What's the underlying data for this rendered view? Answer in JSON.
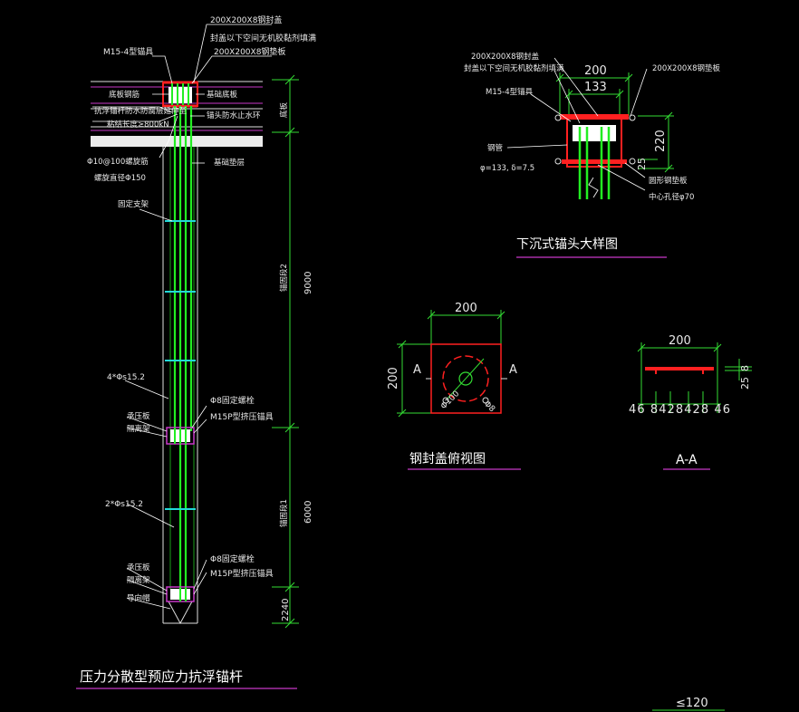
{
  "drawing": {
    "main": {
      "title": "压力分散型预应力抗浮锚杆",
      "callouts": {
        "plate_top": "200X200X8钢封盖",
        "filler": "封盖以下空间无机胶黏剂填满",
        "plate_bottom": "200X200X8钢垫板",
        "anchor": "M15-4型锚具",
        "base_steel": "底板钢筋",
        "waterproof_extend": "抗浮锚杆防水防腐层延伸至",
        "bond": "粘结长度≥800kN",
        "spiral": "Φ10@100螺旋筋",
        "spiral_dia": "螺旋直径Φ150",
        "fixed_bracket": "固定支架",
        "base_slab": "基础底板",
        "water_stop": "锚头防水止水环",
        "cushion": "基础垫层",
        "tendon_upper": "4*Φs15.2",
        "tendon_lower": "2*Φs15.2",
        "bearing1": "承压板",
        "spacer1": "隔离架",
        "fix_bolt1": "Φ8固定螺栓",
        "p_anchor1": "M15P型挤压锚具",
        "bearing2": "承压板",
        "spacer2": "隔离架",
        "guide_cap": "导向帽",
        "fix_bolt2": "Φ8固定螺栓",
        "p_anchor2": "M15P型挤压锚具"
      },
      "dims": {
        "top": "底板",
        "bond1_label": "锚固段2",
        "bond1": "9000",
        "bond2_label": "锚固段1",
        "bond2": "6000",
        "bottom": "2240"
      }
    },
    "detail": {
      "title": "下沉式锚头大样图",
      "callouts": {
        "plate_top": "200X200X8钢封盖",
        "filler": "封盖以下空间无机胶黏剂填满",
        "anchor": "M15-4型锚具",
        "steel_pipe": "钢管",
        "pipe_spec": "φ=133, δ=7.5",
        "plate_right": "200X200X8钢垫板",
        "ring": "圆形钢垫板",
        "center_hole": "中心孔径φ70"
      },
      "dims": {
        "width": "200",
        "inner": "133",
        "height": "220",
        "small": "25"
      }
    },
    "cover_plan": {
      "title": "钢封盖俯视图",
      "dim_w": "200",
      "dim_h": "200",
      "sec_left": "A",
      "sec_right": "A",
      "hole_left": "Φ100",
      "hole_right": "Φ8"
    },
    "section_aa": {
      "title": "A-A",
      "dim_w": "200",
      "dim_t": "25",
      "dim_t2": "8",
      "dims_bottom": "46 8428428 46"
    },
    "bottom_note": "≤120"
  },
  "colors": {
    "background": "#000000",
    "dimension": "#33dd33",
    "tendon": "#22ee22",
    "steel": "#ff2020",
    "underline": "#c838c8",
    "outline": "#e0e0e0",
    "cyan": "#22d8d8"
  }
}
